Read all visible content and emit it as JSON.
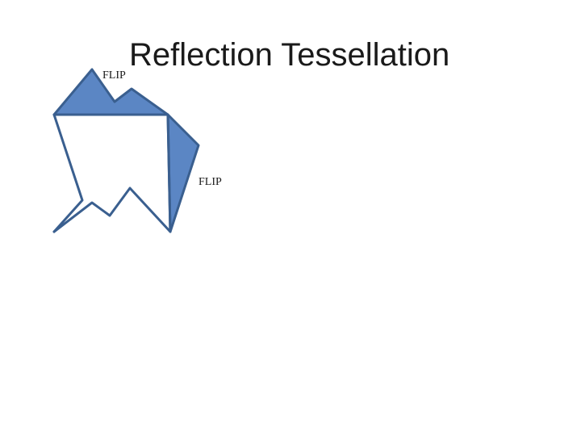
{
  "title": "Reflection Tessellation",
  "labels": {
    "flip_top": "FLIP",
    "flip_right": "FLIP"
  },
  "colors": {
    "fill": "#5b86c4",
    "stroke": "#3a5f8f",
    "background": "#ffffff"
  }
}
